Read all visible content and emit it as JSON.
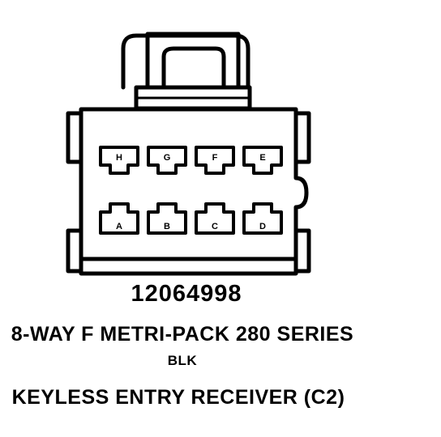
{
  "connector": {
    "part_number": "12064998",
    "series": "8-WAY F METRI-PACK 280 SERIES",
    "color": "BLK",
    "title": "KEYLESS ENTRY RECEIVER (C2)",
    "pins_top_row": [
      "H",
      "G",
      "F",
      "E"
    ],
    "pins_bottom_row": [
      "A",
      "B",
      "C",
      "D"
    ]
  }
}
